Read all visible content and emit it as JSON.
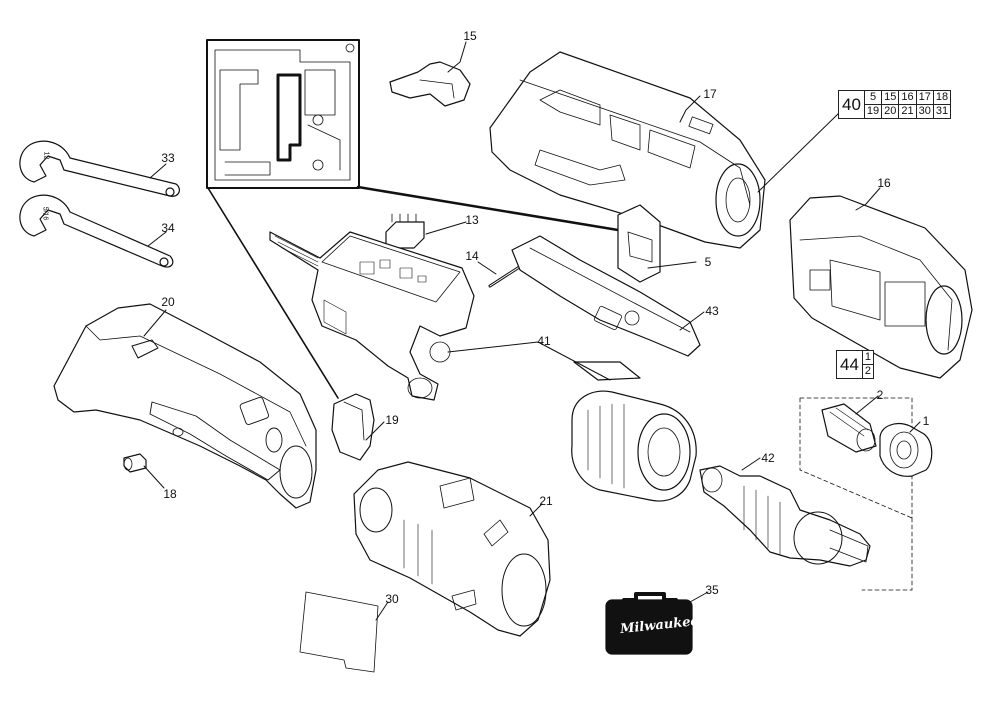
{
  "callouts": {
    "c1": "1",
    "c2": "2",
    "c5": "5",
    "c13": "13",
    "c14": "14",
    "c15": "15",
    "c16": "16",
    "c17": "17",
    "c18": "18",
    "c19": "19",
    "c20": "20",
    "c21": "21",
    "c30": "30",
    "c33": "33",
    "c34": "34",
    "c35": "35",
    "c41": "41",
    "c42": "42",
    "c43": "43"
  },
  "group_40": {
    "key": "40",
    "row1": [
      "5",
      "15",
      "16",
      "17",
      "18"
    ],
    "row2": [
      "19",
      "20",
      "21",
      "30",
      "31"
    ]
  },
  "group_44": {
    "key": "44",
    "row1": [
      "1"
    ],
    "row2": [
      "2"
    ]
  },
  "wrench_marks": {
    "w12": "12",
    "w516": "5/16"
  },
  "case_brand": "Milwaukee"
}
